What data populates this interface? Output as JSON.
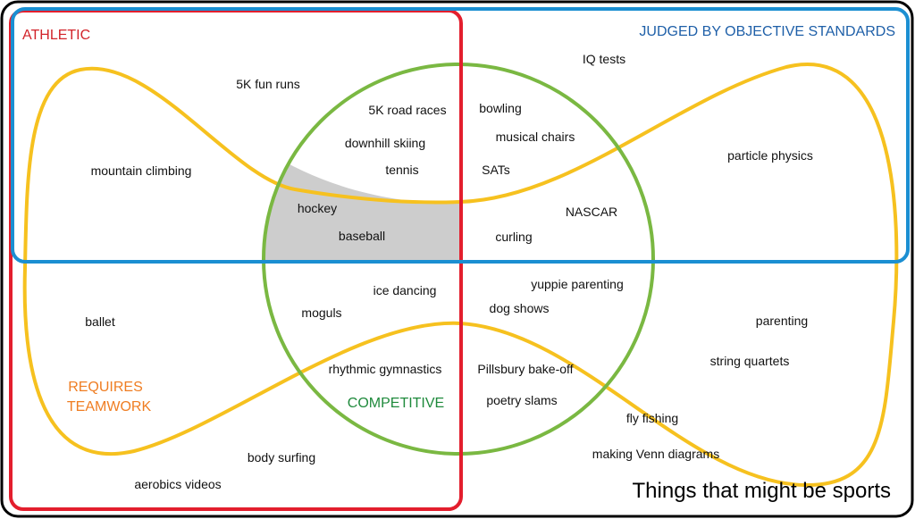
{
  "title": "Things that might be sports",
  "colors": {
    "athletic": "#e31e2d",
    "objective": "#1b8fd2",
    "competitive": "#7ab842",
    "teamwork": "#f6c11f",
    "intersection_fill": "#cdcdcd",
    "frame": "#000000"
  },
  "sets": {
    "athletic": "ATHLETIC",
    "objective": "JUDGED BY OBJECTIVE STANDARDS",
    "competitive": "COMPETITIVE",
    "teamwork": [
      "REQUIRES",
      "TEAMWORK"
    ]
  },
  "label_colors": {
    "athletic": "#d2232a",
    "objective": "#1e5fa8",
    "competitive": "#1f8a3c",
    "teamwork": "#ef7d22"
  },
  "items": [
    "5K fun runs",
    "IQ tests",
    "5K road races",
    "bowling",
    "downhill skiing",
    "musical chairs",
    "mountain climbing",
    "tennis",
    "SATs",
    "particle physics",
    "hockey",
    "NASCAR",
    "baseball",
    "curling",
    "ice dancing",
    "yuppie parenting",
    "moguls",
    "dog shows",
    "ballet",
    "parenting",
    "rhythmic gymnastics",
    "Pillsbury bake-off",
    "string quartets",
    "poetry slams",
    "fly fishing",
    "body surfing",
    "making Venn diagrams",
    "aerobics videos"
  ]
}
